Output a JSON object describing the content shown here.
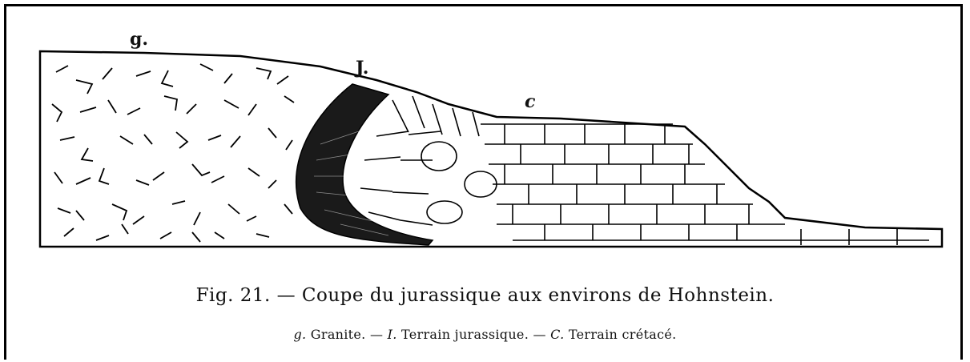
{
  "labels": {
    "granite": "g.",
    "jurassic": "J.",
    "cretaceous": "c"
  },
  "caption": {
    "title": "Fig. 21. — Coupe du jurassique aux environs de Hohnstein.",
    "legend_g_key": "g.",
    "legend_g_text": " Granite. — ",
    "legend_i_key": "I.",
    "legend_i_text": " Terrain jurassique. — ",
    "legend_c_key": "C.",
    "legend_c_text": " Terrain crétacé."
  }
}
